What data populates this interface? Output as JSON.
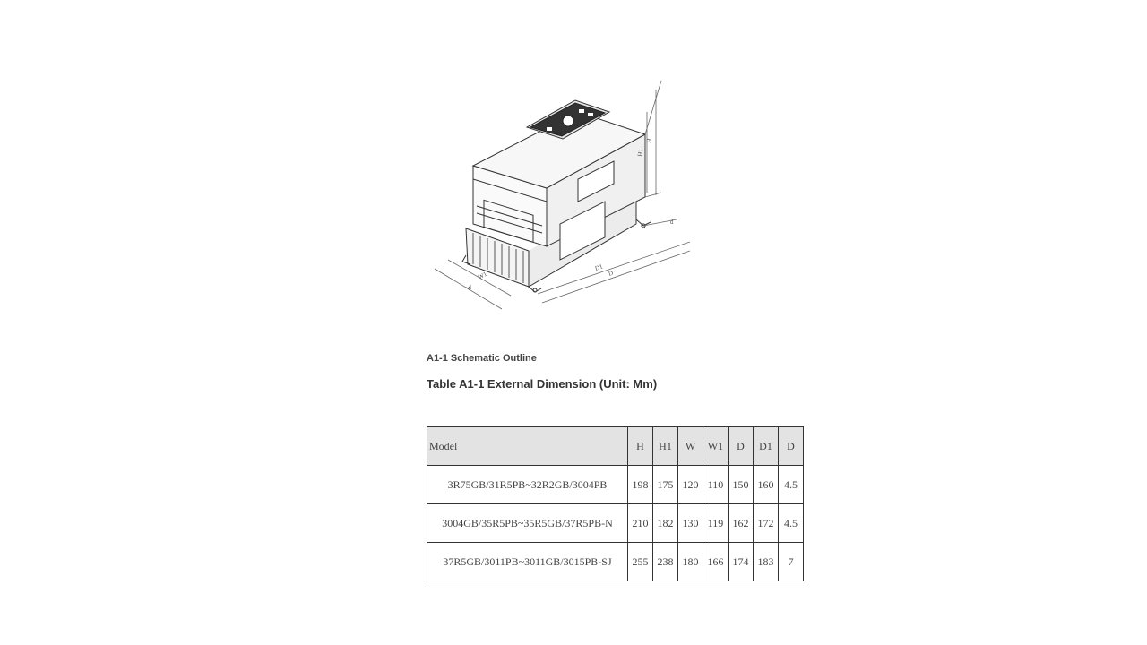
{
  "figure": {
    "labels": [
      "H",
      "H1",
      "W",
      "W1",
      "D",
      "D1",
      "d"
    ]
  },
  "caption": "A1-1 Schematic Outline",
  "table_title": "Table A1-1 External Dimension (Unit: Mm)",
  "table": {
    "headers": [
      "Model",
      "H",
      "H1",
      "W",
      "W1",
      "D",
      "D1",
      "D"
    ],
    "rows": [
      [
        "3R75GB/31R5PB~32R2GB/3004PB",
        "198",
        "175",
        "120",
        "110",
        "150",
        "160",
        "4.5"
      ],
      [
        "3004GB/35R5PB~35R5GB/37R5PB-N",
        "210",
        "182",
        "130",
        "119",
        "162",
        "172",
        "4.5"
      ],
      [
        "37R5GB/3011PB~3011GB/3015PB-SJ",
        "255",
        "238",
        "180",
        "166",
        "174",
        "183",
        "7"
      ]
    ]
  }
}
